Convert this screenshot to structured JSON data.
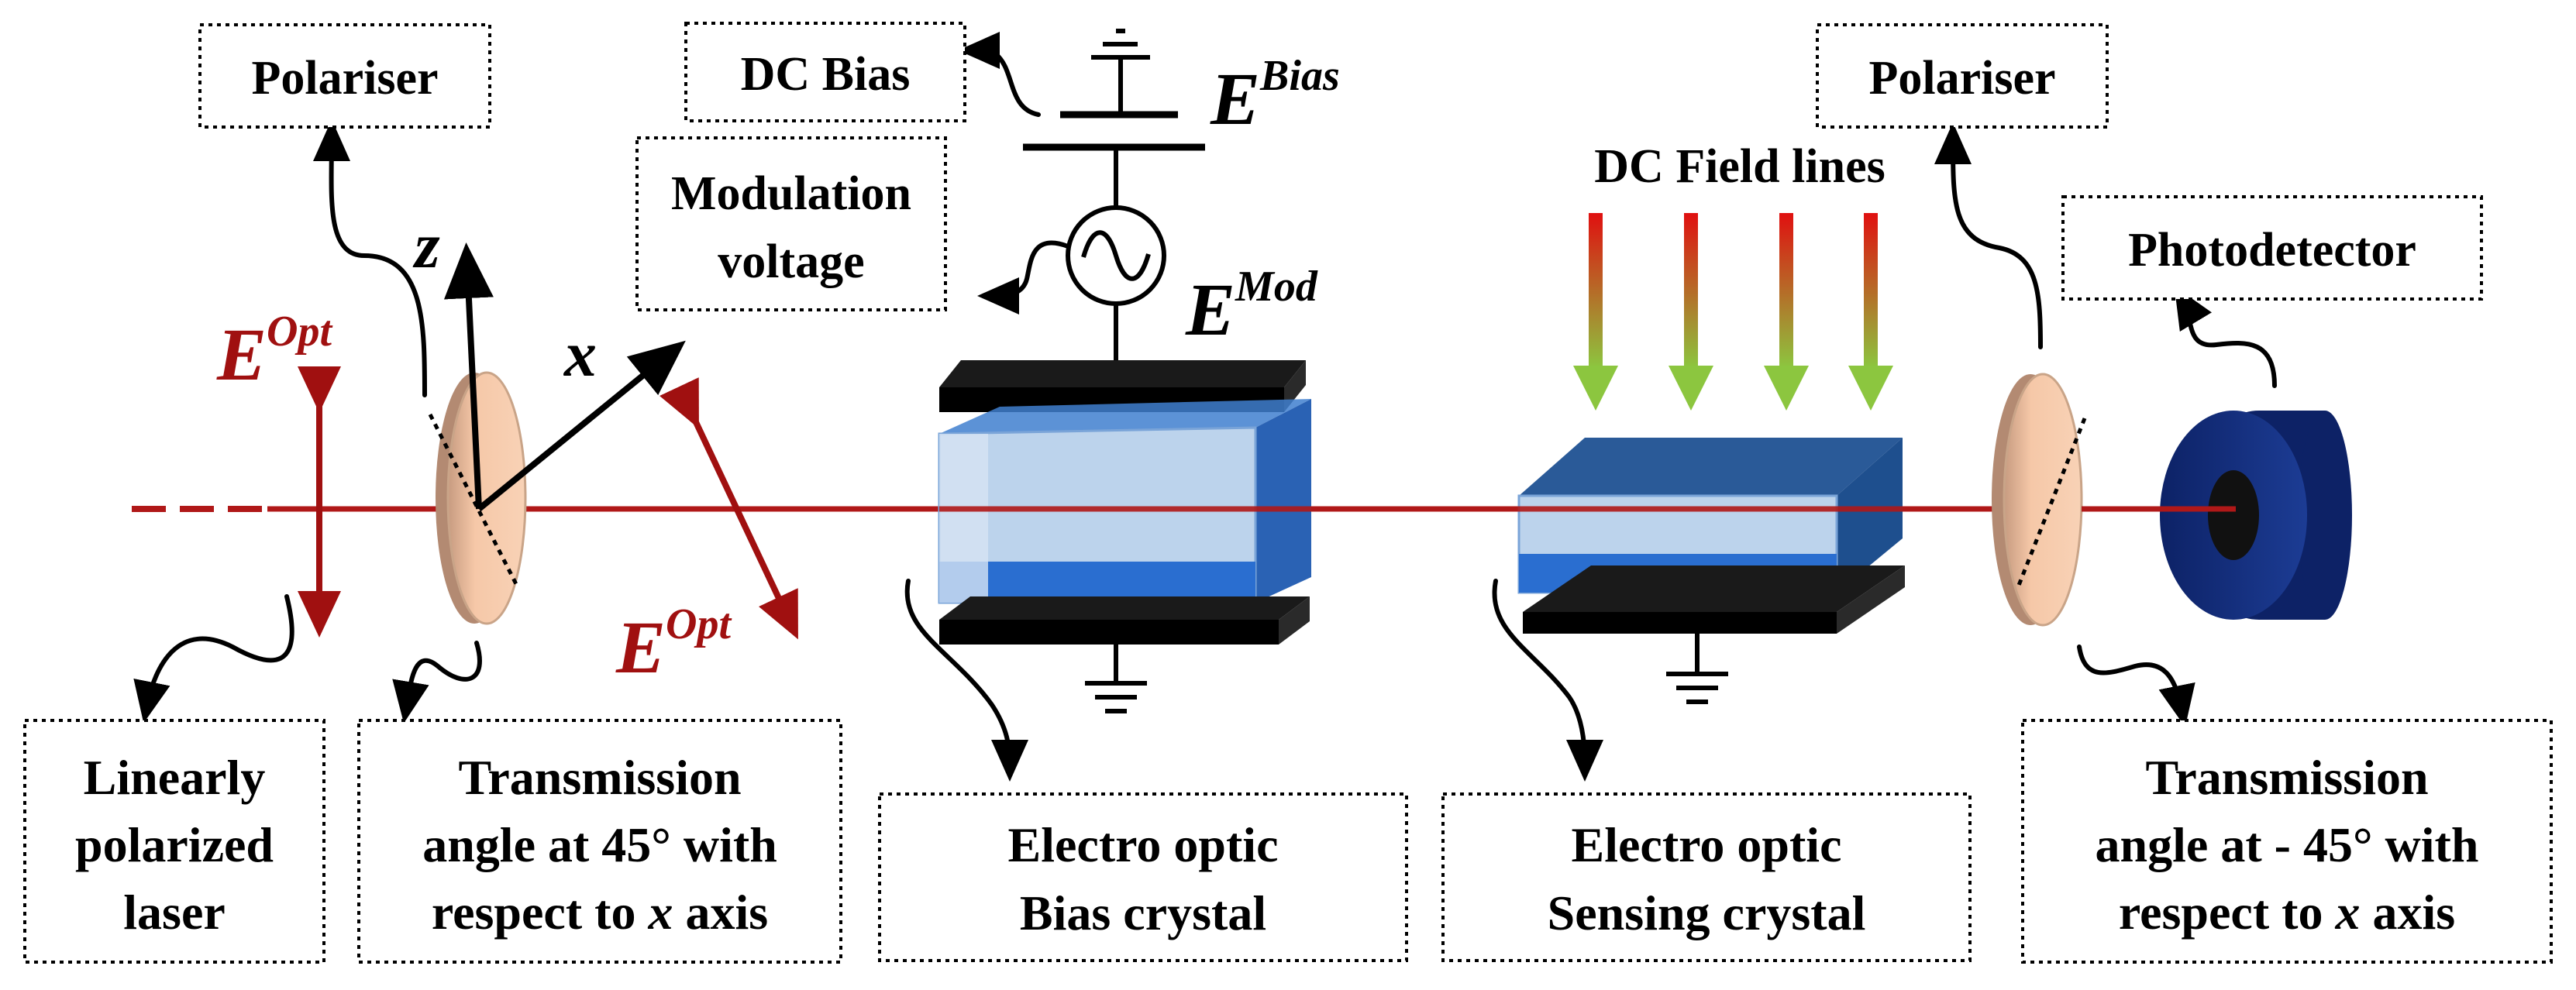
{
  "labels": {
    "polariser_left": "Polariser",
    "dc_bias": "DC Bias",
    "modulation_line1": "Modulation",
    "modulation_line2": "voltage",
    "dc_field_lines": "DC Field lines",
    "polariser_right": "Polariser",
    "photodetector": "Photodetector",
    "laser_line1": "Linearly",
    "laser_line2": "polarized",
    "laser_line3": "laser",
    "trans_left_line1": "Transmission",
    "trans_left_line2": "angle at 45° with",
    "trans_left_line3_pre": "respect to ",
    "trans_left_line3_var": "x",
    "trans_left_line3_post": " axis",
    "bias_crystal_line1": "Electro optic",
    "bias_crystal_line2": "Bias crystal",
    "sensing_crystal_line1": "Electro optic",
    "sensing_crystal_line2": "Sensing crystal",
    "trans_right_line1": "Transmission",
    "trans_right_line2": "angle at - 45° with",
    "trans_right_line3_pre": "respect to ",
    "trans_right_line3_var": "x",
    "trans_right_line3_post": " axis"
  },
  "symbols": {
    "e_opt_base": "E",
    "e_opt_sup": "Opt",
    "e_bias_base": "E",
    "e_bias_sup": "Bias",
    "e_mod_base": "E",
    "e_mod_sup": "Mod",
    "axis_x": "x",
    "axis_z": "z"
  },
  "colors": {
    "beam": "#b01818",
    "field_polarization": "#a01010",
    "crystal_face": "#bcd3ec",
    "crystal_edge": "#1e5aa8",
    "polariser_fill": "#f6c8a8",
    "photodetector": "#1a3a8c",
    "field_arrow_top": "#e01010",
    "field_arrow_bottom": "#8cc63f"
  }
}
